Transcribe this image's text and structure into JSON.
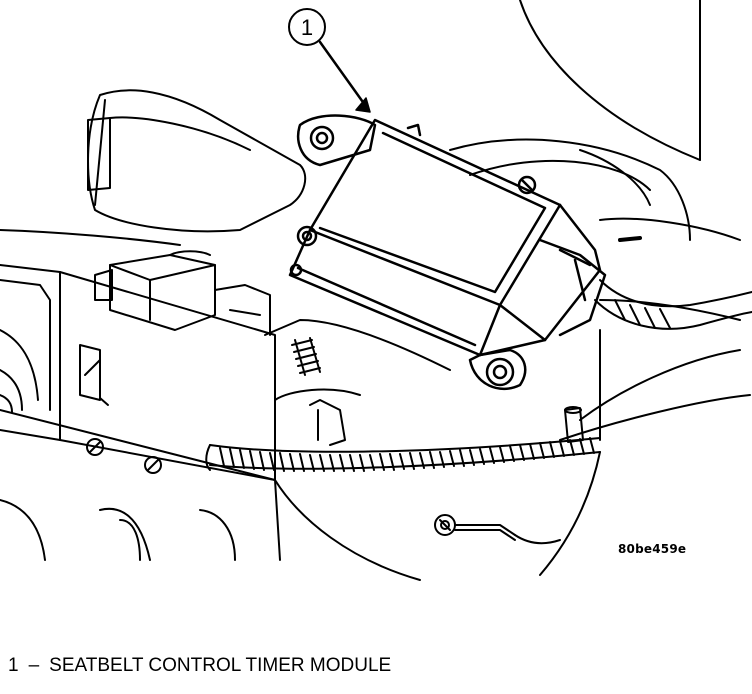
{
  "callout": {
    "number": "1"
  },
  "figure": {
    "code": "80be459e"
  },
  "legend": [
    {
      "number": "1",
      "separator": "–",
      "label": "SEATBELT CONTROL TIMER MODULE"
    }
  ],
  "colors": {
    "ink": "#000000",
    "paper": "#ffffff"
  }
}
